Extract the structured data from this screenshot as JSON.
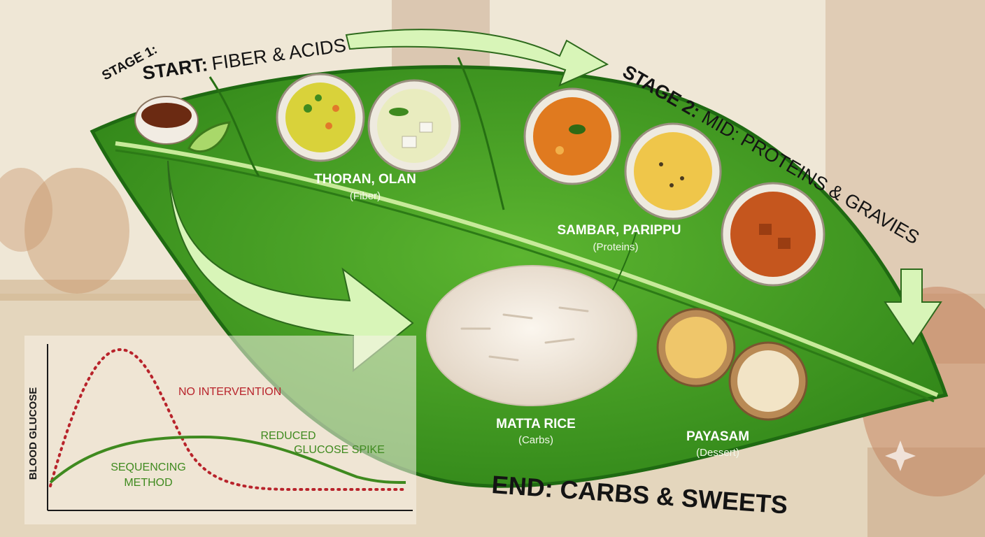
{
  "stages": {
    "stage1_prefix": "STAGE 1:",
    "stage1_start": "START:",
    "stage1_title": "FIBER & ACIDS",
    "stage2_prefix": "STAGE 2:",
    "stage2_title": "MID: PROTEINS & GRAVIES",
    "end_prefix": "END:",
    "end_title": "CARBS & SWEETS"
  },
  "dishes": [
    {
      "name": "THORAN, OLAN",
      "category": "(Fiber)"
    },
    {
      "name": "SAMBAR, PARIPPU",
      "category": "(Proteins)"
    },
    {
      "name": "MATTA RICE",
      "category": "(Carbs)"
    },
    {
      "name": "PAYASAM",
      "category": "(Dessert)"
    }
  ],
  "graph": {
    "ylabel": "BLOOD GLUCOSE",
    "series": [
      {
        "name": "NO INTERVENTION",
        "color": "#b8232b",
        "style": "dotted"
      },
      {
        "name": "SEQUENCING METHOD",
        "color": "#3f8a1f",
        "style": "solid"
      }
    ],
    "annotation": "REDUCED GLUCOSE SPIKE"
  },
  "colors": {
    "leaf": "#3f9a22",
    "leaf_dark": "#1f6a12",
    "arrow": "#d8f5b8",
    "background": "#efe7d6"
  }
}
